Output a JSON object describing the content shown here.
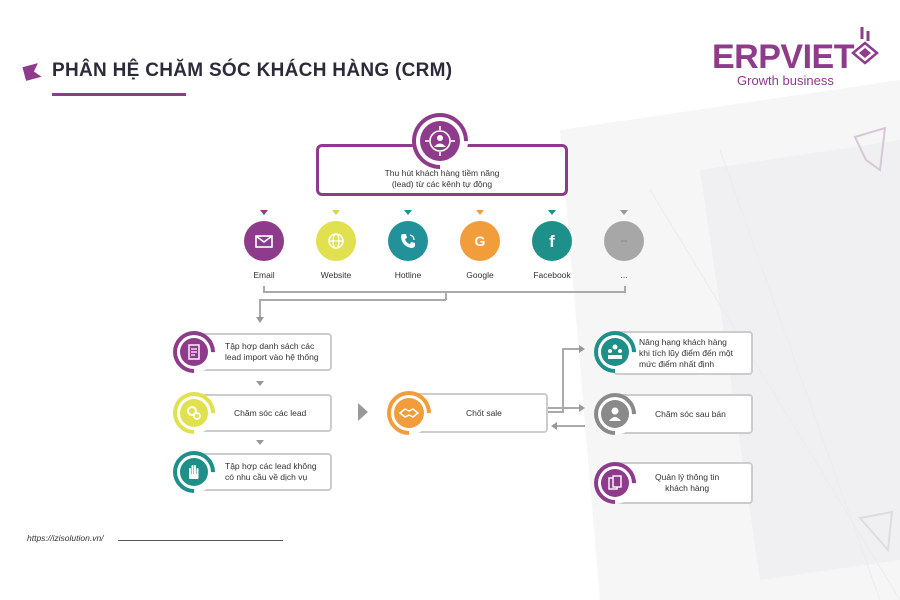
{
  "header": {
    "title": "PHÂN HỆ CHĂM SÓC KHÁCH HÀNG (CRM)"
  },
  "logo": {
    "text": "ERPVIET",
    "tagline": "Growth business"
  },
  "top_node": {
    "line1": "Thu hút khách hàng tiềm năng",
    "line2": "(lead) từ các kênh tự động",
    "icon": "target-person-icon"
  },
  "channels": [
    {
      "label": "Email",
      "color": "#8e3b8c",
      "icon": "envelope-icon"
    },
    {
      "label": "Website",
      "color": "#e1e04f",
      "icon": "globe-icon"
    },
    {
      "label": "Hotline",
      "color": "#23919a",
      "icon": "phone-icon"
    },
    {
      "label": "Google",
      "color": "#f19d3c",
      "icon": "google-icon"
    },
    {
      "label": "Facebook",
      "color": "#1f8f8a",
      "icon": "facebook-icon"
    },
    {
      "label": "...",
      "color": "#a7a7a7",
      "icon": "more-icon"
    }
  ],
  "left_steps": [
    {
      "line1": "Tập hợp danh sách các",
      "line2": "lead import vào hệ thống",
      "color": "#8e3b8c",
      "icon": "checklist-icon"
    },
    {
      "line1": "Chăm sóc các lead",
      "line2": "",
      "color": "#e1e04f",
      "icon": "gears-icon"
    },
    {
      "line1": "Tập hợp các lead không",
      "line2": "có nhu cầu về dịch vụ",
      "color": "#1f8f8a",
      "icon": "stop-hand-icon"
    }
  ],
  "center_step": {
    "label": "Chốt sale",
    "color": "#f19d3c",
    "icon": "handshake-icon"
  },
  "right_steps": [
    {
      "line1": "Nâng hạng khách hàng",
      "line2": "khi tích lũy điểm đến một",
      "line3": "mức điểm nhất định",
      "color": "#1f8f8a",
      "icon": "ranking-icon"
    },
    {
      "line1": "Chăm sóc sau bán",
      "line2": "",
      "line3": "",
      "color": "#8a8a8a",
      "icon": "customer-icon"
    },
    {
      "line1": "Quản lý thông tin",
      "line2": "khách hàng",
      "line3": "",
      "color": "#8e3b8c",
      "icon": "documents-icon"
    }
  ],
  "footer": {
    "url": "https://izisolution.vn/"
  }
}
